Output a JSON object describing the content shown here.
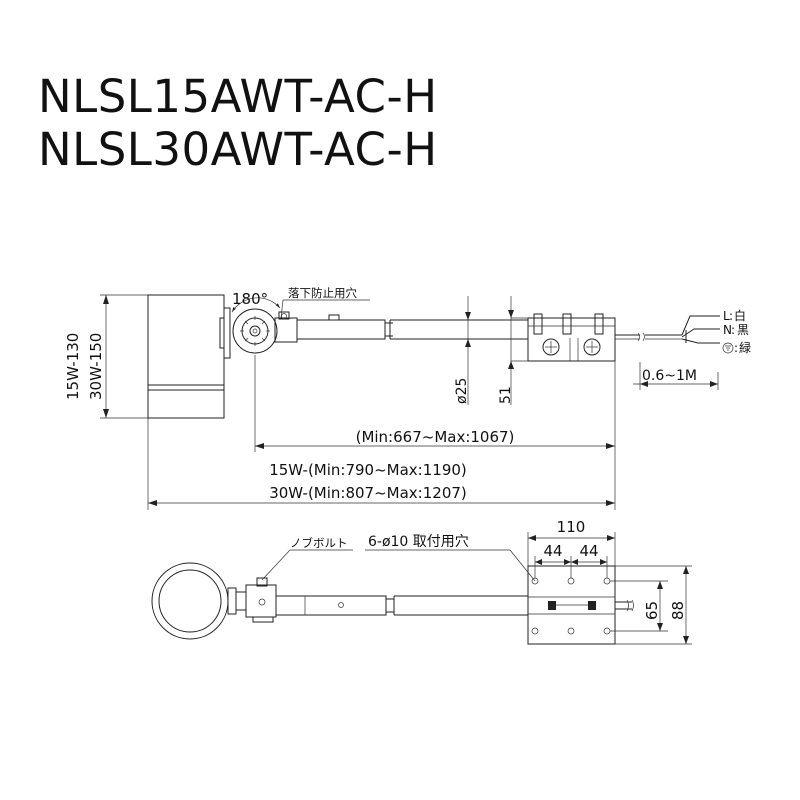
{
  "titles": [
    "NLSL15AWT-AC-H",
    "NLSL30AWT-AC-H"
  ],
  "side_view": {
    "rotation_label": "180°",
    "fall_prevention_label": "落下防止用穴",
    "height_label_15w": "15W-130",
    "height_label_30w": "30W-150",
    "pipe_diameter_label": "ø25",
    "box_height_label": "51",
    "cable_length_label": "0.6~1M",
    "wires": [
      {
        "code": "L",
        "color": "白"
      },
      {
        "code": "N",
        "color": "黒"
      },
      {
        "code": "⏚",
        "color": "緑"
      }
    ],
    "arm_length_label": "(Min:667~Max:1067)",
    "total_length_15w_label": "15W-(Min:790~Max:1190)",
    "total_length_30w_label": "30W-(Min:807~Max:1207)"
  },
  "top_view": {
    "knob_bolt_label": "ノブボルト",
    "mounting_holes_label": "6-ø10 取付用穴",
    "width_label": "110",
    "pitch_label_1": "44",
    "pitch_label_2": "44",
    "hole_pitch_label": "65",
    "depth_label": "88"
  }
}
